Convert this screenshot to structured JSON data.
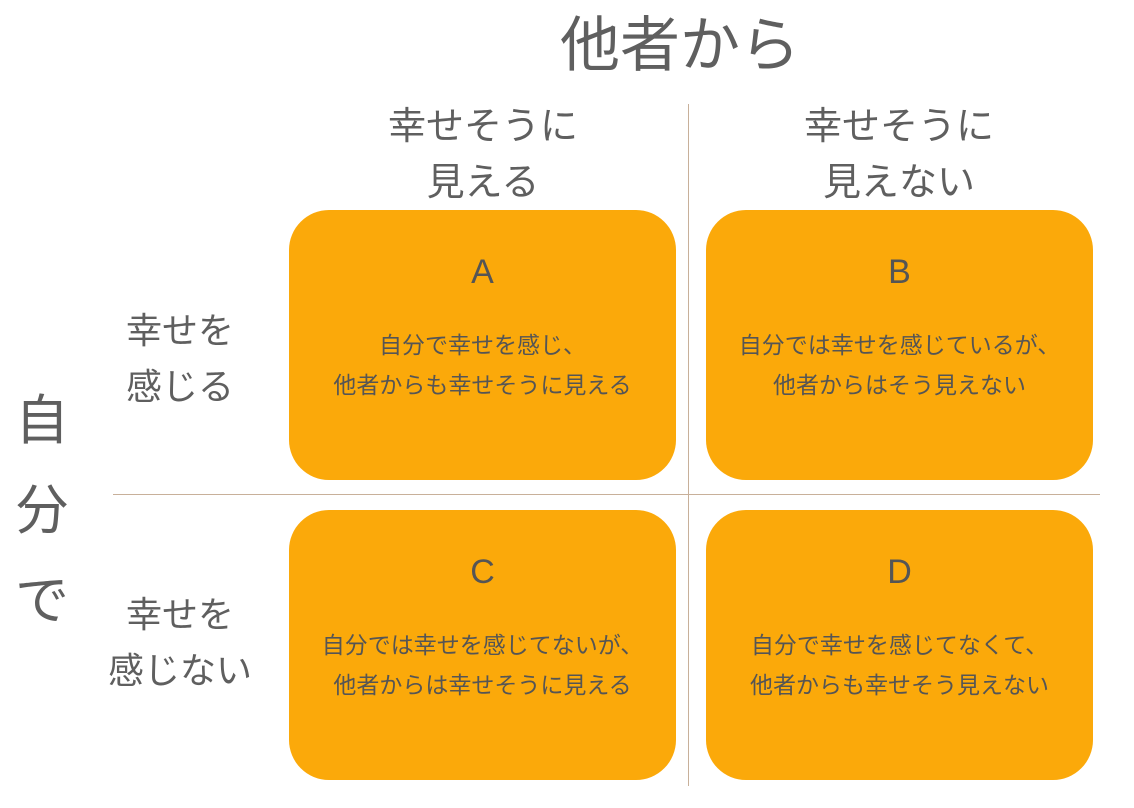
{
  "title": "他者から",
  "side_label": [
    "自",
    "分",
    "で"
  ],
  "columns": [
    {
      "line1": "幸せそうに",
      "line2": "見える"
    },
    {
      "line1": "幸せそうに",
      "line2": "見えない"
    }
  ],
  "rows": [
    {
      "line1": "幸せを",
      "line2": "感じる"
    },
    {
      "line1": "幸せを",
      "line2": "感じない"
    }
  ],
  "cells": [
    {
      "letter": "A",
      "line1": "自分で幸せを感じ、",
      "line2": "他者からも幸せそうに見える"
    },
    {
      "letter": "B",
      "line1": "自分では幸せを感じているが、",
      "line2": "他者からはそう見えない"
    },
    {
      "letter": "C",
      "line1": "自分では幸せを感じてないが、",
      "line2": "他者からは幸せそうに見える"
    },
    {
      "letter": "D",
      "line1": "自分で幸せを感じてなくて、",
      "line2": "他者からも幸せそう見えない"
    }
  ],
  "colors": {
    "cell_fill": "#fba90a",
    "text": "#5f5f5f",
    "divider": "#c8b09a"
  }
}
